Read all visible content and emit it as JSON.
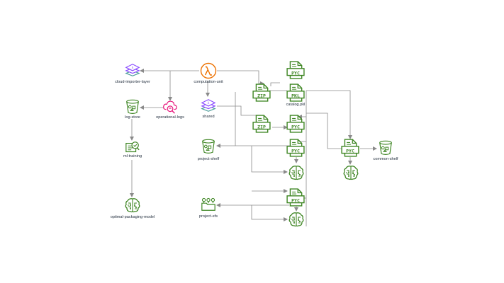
{
  "colors": {
    "green": "#3f8624",
    "purple": "#8c4fff",
    "orange": "#ed7100",
    "magenta": "#e7157b",
    "teal": "#4d9d9a",
    "line": "#8a8a8a",
    "text": "#232f3e"
  },
  "nodes": {
    "cloud_importer_layer": {
      "label": "cloud-importer-layer",
      "icon": "lambda-layer-icon"
    },
    "computation_unit": {
      "label": "computation-unit",
      "icon": "lambda-function-icon"
    },
    "log_store": {
      "label": "log-store",
      "icon": "s3-bucket-icon"
    },
    "operational_logs": {
      "label": "operational-logs",
      "icon": "cloudwatch-logs-icon"
    },
    "shared": {
      "label": "shared",
      "icon": "lambda-layer-icon"
    },
    "catalog_pkl": {
      "label": "catalog.pkl",
      "badge": "PKL",
      "icon": "file-pkl-icon"
    },
    "ml_training": {
      "label": "ml-training",
      "icon": "training-job-icon"
    },
    "project_shelf": {
      "label": "project-shelf",
      "icon": "s3-bucket-icon"
    },
    "common_shelf": {
      "label": "common-shelf",
      "icon": "s3-bucket-icon"
    },
    "optimal_packaging_model": {
      "label": "optimal-packaging-model",
      "icon": "ml-model-icon"
    },
    "project_efs": {
      "label": "project-efs",
      "icon": "efs-icon"
    }
  },
  "badges": {
    "pyc": "PYC",
    "zip": "ZIP"
  }
}
